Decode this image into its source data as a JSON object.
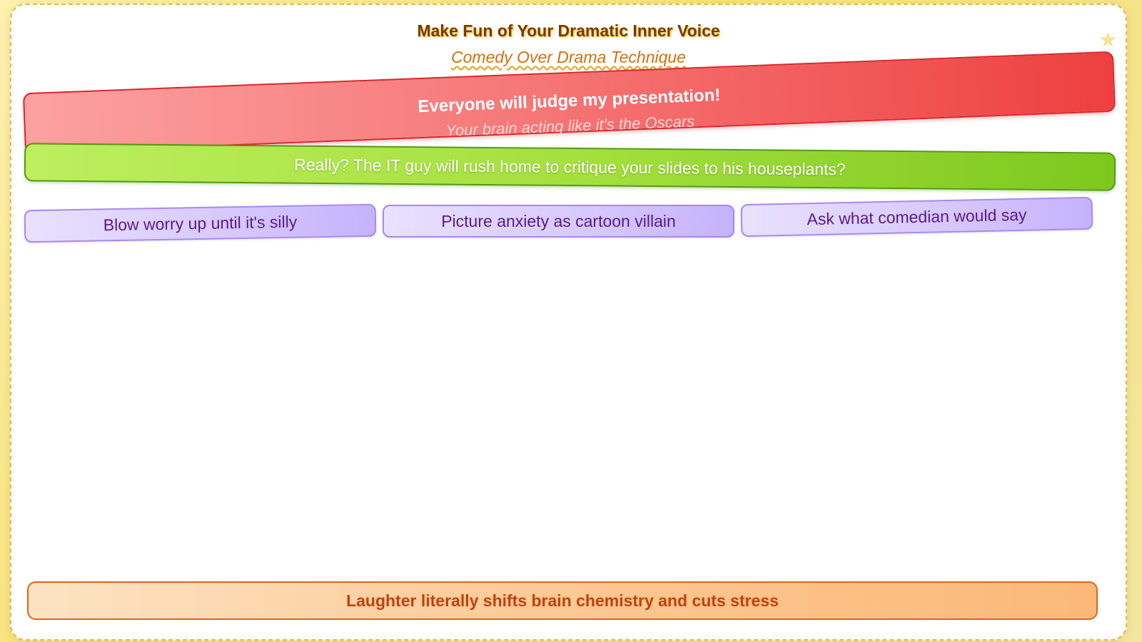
{
  "header": {
    "title": "Make Fun of Your Dramatic Inner Voice",
    "subtitle": "Comedy Over Drama Technique"
  },
  "thought": {
    "text": "Everyone will judge my presentation!",
    "sub": "Your brain acting like it's the Oscars"
  },
  "reframe": {
    "text": "Really? The IT guy will rush home to critique your slides to his houseplants?"
  },
  "techniques": [
    {
      "label": "Blow worry up until it's silly"
    },
    {
      "label": "Picture anxiety as cartoon villain"
    },
    {
      "label": "Ask what comedian would say"
    }
  ],
  "footer": {
    "text": "Laughter literally shifts brain chemistry and cuts stress"
  },
  "icons": {
    "star": "star-icon",
    "note": "music-note-icon"
  },
  "colors": {
    "thought": "#ee4040",
    "reframe": "#7ec81e",
    "technique": "#c6b2fb",
    "footer": "#fbb878"
  }
}
